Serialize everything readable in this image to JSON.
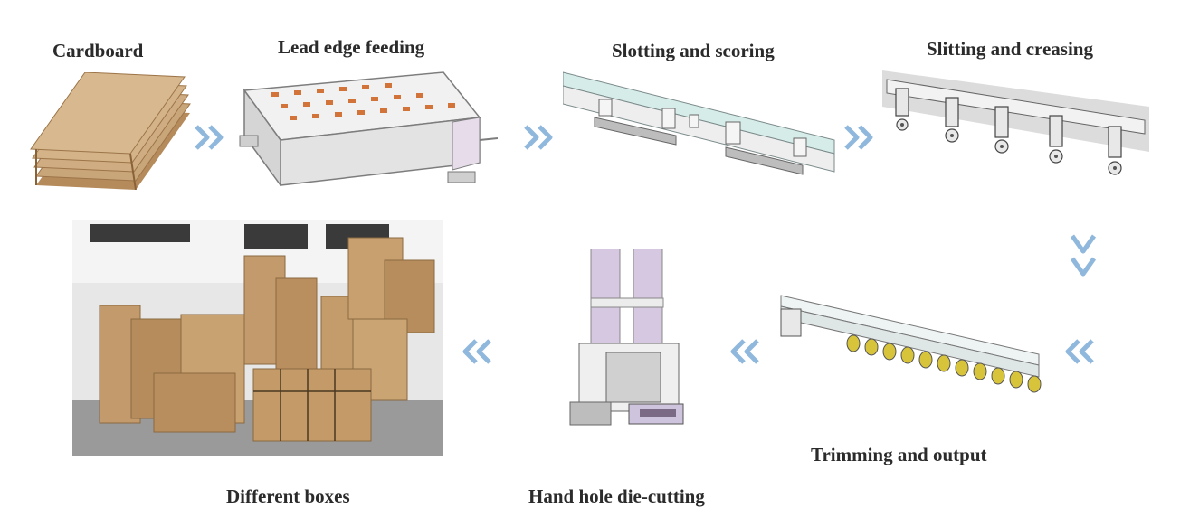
{
  "steps": {
    "cardboard": "Cardboard",
    "lead_edge_feeding": "Lead edge feeding",
    "slotting_scoring": "Slotting and scoring",
    "slitting_creasing": "Slitting and creasing",
    "trimming_output": "Trimming and output",
    "hand_hole": "Hand hole die-cutting",
    "different_boxes": "Different boxes"
  },
  "colors": {
    "arrow": "#8fb8dc",
    "cardboard": "#c9a57a",
    "machine": "#d9dde0",
    "accent_orange": "#d2743a",
    "roller_yellow": "#d8c43a",
    "purple_panel": "#c9b7d6"
  },
  "icons": {
    "arrow_right": "double-chevron-right",
    "arrow_down": "double-chevron-down",
    "arrow_left": "double-chevron-left"
  }
}
